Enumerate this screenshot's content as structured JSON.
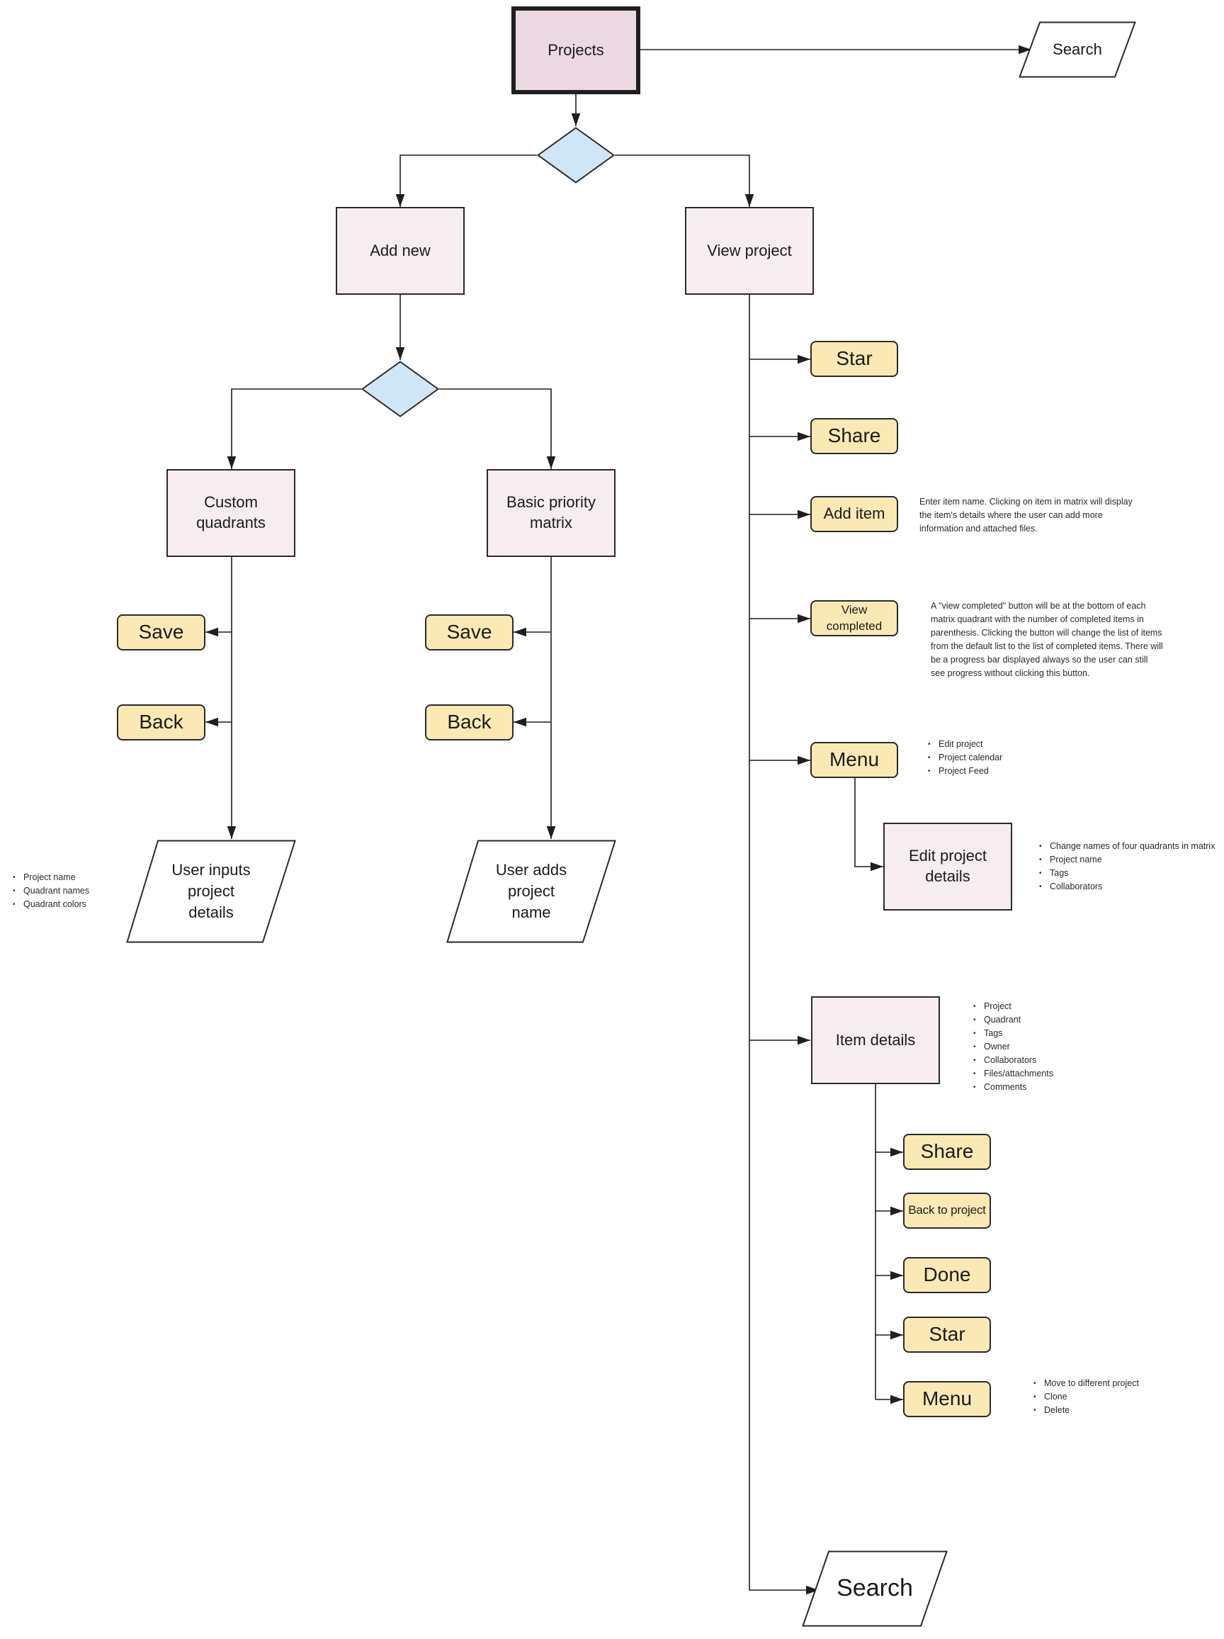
{
  "diagram": {
    "projects": "Projects",
    "search_top": "Search",
    "add_new": "Add new",
    "view_project": "View project",
    "custom_quadrants": "Custom quadrants",
    "basic_priority_matrix": "Basic priority matrix",
    "left_save": "Save",
    "left_back": "Back",
    "mid_save": "Save",
    "mid_back": "Back",
    "user_inputs_project_details": "User inputs project details",
    "user_adds_project_name": "User adds project name",
    "star": "Star",
    "share": "Share",
    "add_item": "Add item",
    "view_completed": "View completed",
    "menu": "Menu",
    "edit_project_details": "Edit project details",
    "item_details": "Item details",
    "item_share": "Share",
    "back_to_project": "Back to project",
    "done": "Done",
    "item_star": "Star",
    "item_menu": "Menu",
    "search_bottom": "Search"
  },
  "notes": {
    "custom_quadrants_fields": [
      "Project name",
      "Quadrant names",
      "Quadrant colors"
    ],
    "add_item": "Enter item name. Clicking on item in matrix will display the item's details where the user can add more information and attached files.",
    "view_completed": "A \"view completed\" button will be at the bottom of each matrix quadrant with the number of completed items in parenthesis. Clicking the button will change the list of items from the default list to the list of completed items. There will be a progress bar displayed always so the user can still see progress without clicking this button.",
    "menu_items": [
      "Edit project",
      "Project calendar",
      "Project Feed"
    ],
    "edit_project_items": [
      "Change names of four quadrants in matrix",
      "Project name",
      "Tags",
      "Collaborators"
    ],
    "item_details_fields": [
      "Project",
      "Quadrant",
      "Tags",
      "Owner",
      "Collaborators",
      "Files/attachments",
      "Comments"
    ],
    "item_menu_items": [
      "Move to different project",
      "Clone",
      "Delete"
    ]
  },
  "colors": {
    "root_fill": "#ecd8e3",
    "box_fill": "#f7edf1",
    "button_fill": "#fbe9b5",
    "decision_fill": "#cfe6f7",
    "stroke": "#2a2a2a"
  }
}
